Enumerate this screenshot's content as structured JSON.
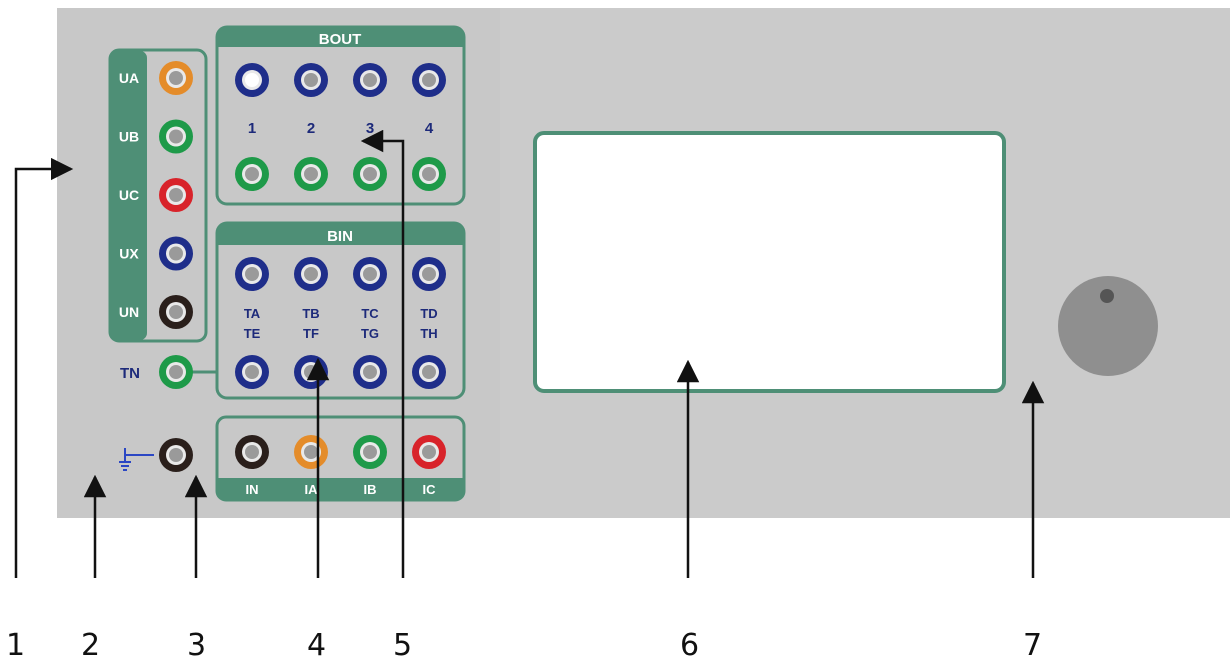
{
  "colors": {
    "panel": "#c8c8c8",
    "panel_right": "#cbcbcb",
    "frame": "#4e8f76",
    "label_blue": "#1d2a7a",
    "term_orange": "#e48c2a",
    "term_green": "#1e9a49",
    "term_red": "#d8232a",
    "term_blue": "#1f2e8a",
    "term_black": "#2a1f1b",
    "knob": "#8f8f8f",
    "screen": "#ffffff"
  },
  "voltage_group": [
    {
      "label": "UA",
      "color": "orange"
    },
    {
      "label": "UB",
      "color": "green"
    },
    {
      "label": "UC",
      "color": "red"
    },
    {
      "label": "UX",
      "color": "blue"
    },
    {
      "label": "UN",
      "color": "black"
    }
  ],
  "tn": {
    "label": "TN",
    "color": "green"
  },
  "ground": {
    "icon": "ground-icon",
    "color": "black"
  },
  "bout": {
    "title": "BOUT",
    "numbers": [
      "1",
      "2",
      "3",
      "4"
    ]
  },
  "bin": {
    "title": "BIN",
    "labels_top": [
      "TA",
      "TB",
      "TC",
      "TD"
    ],
    "labels_bottom": [
      "TE",
      "TF",
      "TG",
      "TH"
    ]
  },
  "current_group": [
    {
      "label": "IN",
      "color": "black"
    },
    {
      "label": "IA",
      "color": "orange"
    },
    {
      "label": "IB",
      "color": "green"
    },
    {
      "label": "IC",
      "color": "red"
    }
  ],
  "callouts": [
    "1",
    "2",
    "3",
    "4",
    "5",
    "6",
    "7"
  ]
}
